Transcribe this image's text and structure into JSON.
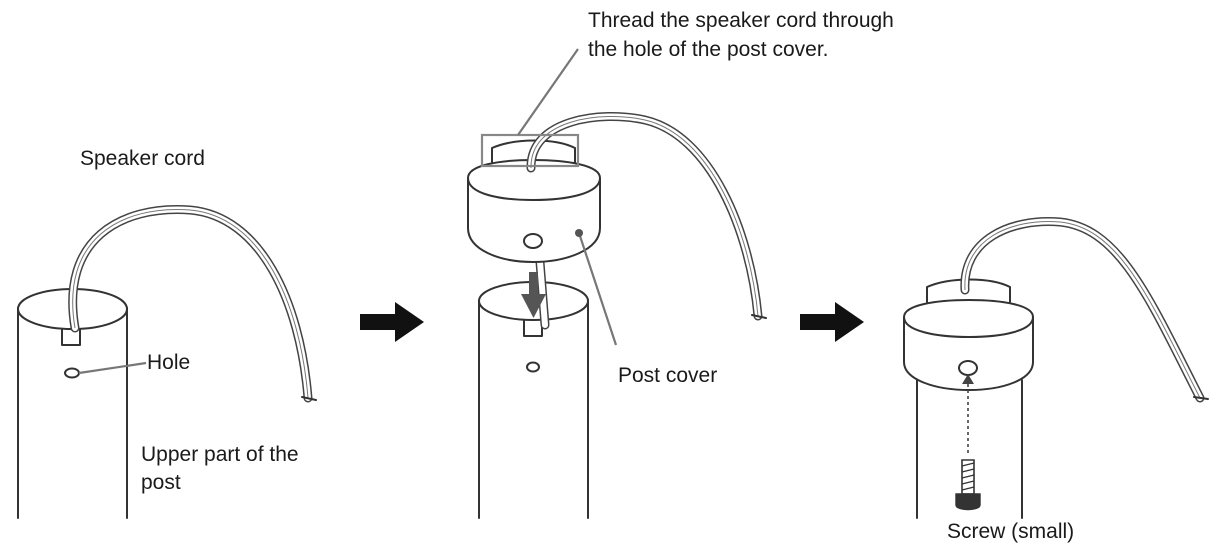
{
  "labels": {
    "speaker_cord": "Speaker cord",
    "hole": "Hole",
    "upper_part_line1": "Upper part of the",
    "upper_part_line2": "post",
    "thread_line1": "Thread the speaker cord through",
    "thread_line2": "the hole of the post cover.",
    "post_cover": "Post cover",
    "screw": "Screw (small)"
  }
}
